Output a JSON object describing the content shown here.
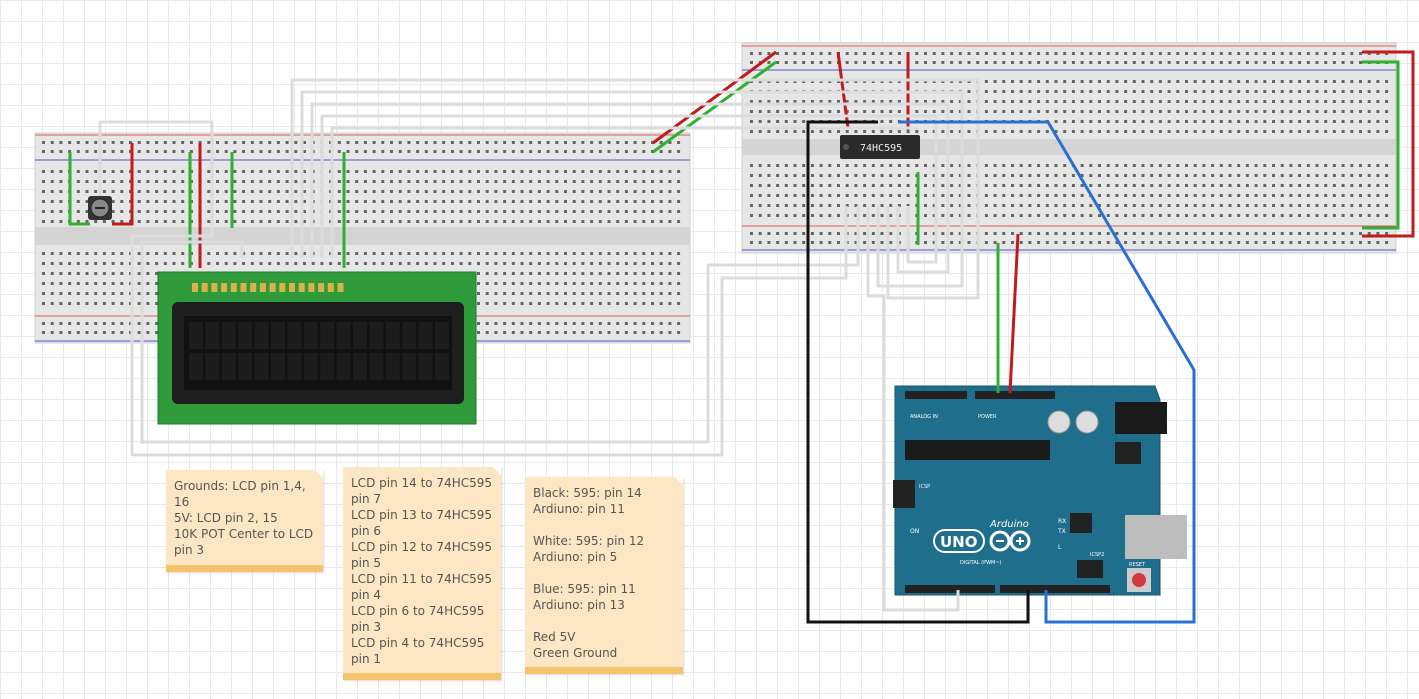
{
  "chip": {
    "label": "74HC595"
  },
  "arduino": {
    "logo": "UNO",
    "brand": "Arduino",
    "labels": {
      "analog_in": "ANALOG IN",
      "power": "POWER",
      "digital": "DIGITAL (PWM~)",
      "icsp": "ICSP",
      "icsp2": "ICSP2",
      "reset": "RESET",
      "on": "ON",
      "tx": "TX",
      "rx": "RX",
      "l": "L"
    }
  },
  "notes": [
    {
      "id": "grounds",
      "lines": [
        "Grounds: LCD pin 1,4,",
        "16",
        "5V: LCD pin 2, 15",
        "10K POT Center to LCD",
        "pin 3"
      ]
    },
    {
      "id": "lcd-pins",
      "lines": [
        "LCD pin 14 to 74HC595",
        "pin 7",
        "LCD pin 13 to 74HC595",
        "pin 6",
        "LCD pin 12 to 74HC595",
        "pin 5",
        "LCD pin 11 to 74HC595",
        "pin 4",
        "LCD pin 6 to 74HC595",
        "pin 3",
        "LCD pin 4 to 74HC595",
        "pin 1"
      ]
    },
    {
      "id": "wire-colors",
      "lines": [
        "Black: 595: pin 14",
        "Ardiuno: pin 11",
        "",
        "White: 595: pin 12",
        "Ardiuno: pin 5",
        "",
        "Blue: 595: pin 11",
        "Ardiuno: pin 13",
        "",
        "Red 5V",
        "Green Ground"
      ]
    }
  ],
  "colors": {
    "wire_red": "#c01c1c",
    "wire_green": "#2fb02f",
    "wire_blue": "#2a6fd6",
    "wire_black": "#111111",
    "wire_white": "#e8e8e8",
    "arduino_teal": "#1f6e8c",
    "lcd_green": "#2f9a3a",
    "note_bg": "#fde6c3",
    "note_bar": "#f5c46a"
  }
}
